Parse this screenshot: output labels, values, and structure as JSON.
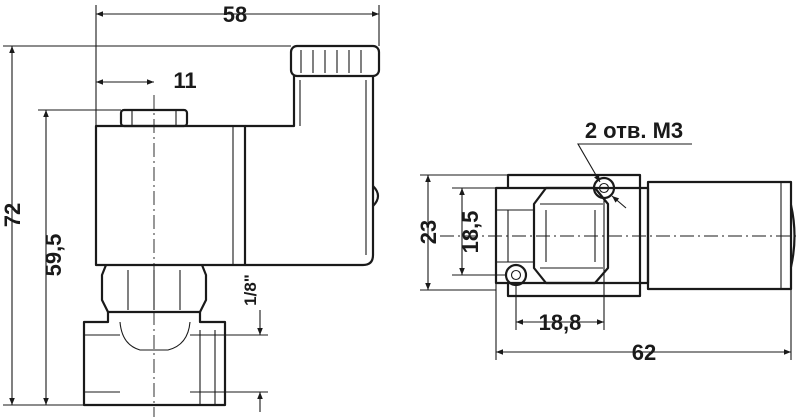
{
  "dimensions": {
    "overall_width": "58",
    "coil_offset": "11",
    "overall_height": "72",
    "body_height": "59,5",
    "port_thread": "1/8\"",
    "side_height": "23",
    "hole_spacing_vertical": "18,5",
    "hole_spacing_horizontal": "18,8",
    "side_length": "62"
  },
  "annotations": {
    "mounting_holes": "2 отв. М3"
  }
}
